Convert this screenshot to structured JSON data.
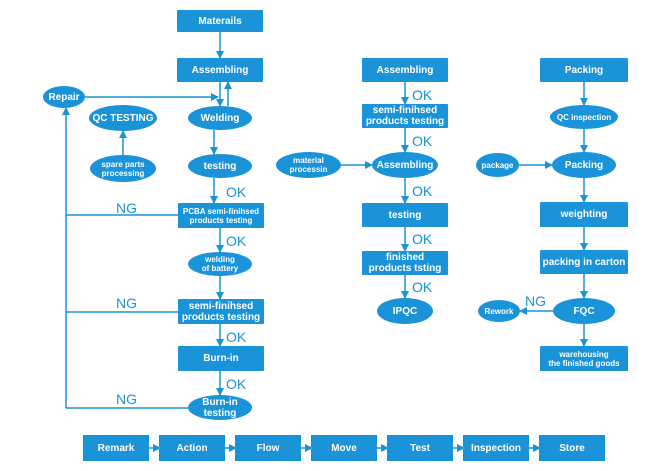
{
  "nodes": {
    "materials": "Materails",
    "assembling_a": "Assembling",
    "repair": "Repair",
    "qc_testing": "QC TESTING",
    "welding": "Welding",
    "spare_parts": "spare parts\nprocessing",
    "testing_a": "testing",
    "pcba": "PCBA semi-finihsed\nproducts testing",
    "welding_battery": "welding\nof battery",
    "semi_a": "semi-finihsed\nproducts testing",
    "burn_in": "Burn-in",
    "burn_in_testing": "Burn-in\ntesting",
    "assembling_b": "Assembling",
    "semi_b": "semi-finihsed\nproducts testing",
    "material_processing": "material\nprocessin",
    "assembling_c": "Assembling",
    "testing_b": "testing",
    "finished_testing": "finished\nproducts tsting",
    "ipqc": "IPQC",
    "packing_a": "Packing",
    "qc_inspection": "QC inspection",
    "package": "package",
    "packing_b": "Packing",
    "weighting": "weighting",
    "packing_carton": "packing in carton",
    "rework": "Rework",
    "fqc": "FQC",
    "warehousing": "warehousing\nthe finished goods"
  },
  "edge_labels": {
    "ok": "OK",
    "ng": "NG"
  },
  "legend": [
    "Remark",
    "Action",
    "Flow",
    "Move",
    "Test",
    "Inspection",
    "Store"
  ],
  "colors": {
    "node_fill": "#1b93d8",
    "line": "#1b93d8",
    "text": "#ffffff"
  }
}
